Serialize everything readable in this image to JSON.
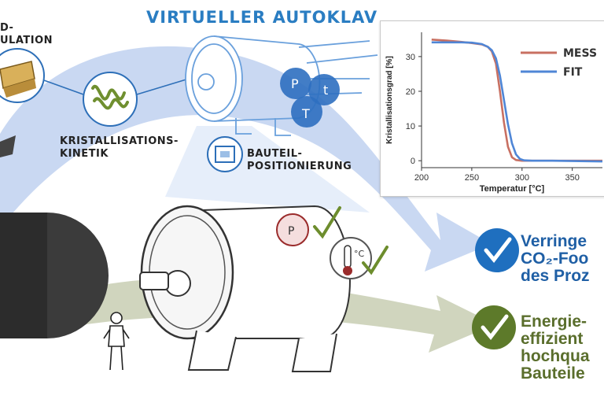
{
  "title": "VIRTUELLER AUTOKLAV",
  "labels": {
    "simulation_top": "D-",
    "simulation_bottom": "ULATION",
    "kinetik_line1": "KRISTALLISATIONS-",
    "kinetik_line2": "KINETIK",
    "positionierung_line1": "BAUTEIL-",
    "positionierung_line2": "POSITIONIERUNG"
  },
  "pressure_letters": [
    "P",
    "t",
    "T"
  ],
  "outcomes": [
    {
      "lines": [
        "Verringe",
        "CO₂-Foo",
        "des Proz"
      ],
      "color": "#1f5fa5"
    },
    {
      "lines": [
        "Energie-",
        "effizient",
        "hochqua",
        "Bauteile"
      ],
      "color": "#5a6e2c"
    }
  ],
  "gauge_symbol": "P",
  "thermo_symbol": "°C",
  "colors": {
    "title": "#2a7dc2",
    "arrow_blue": "#b9cdee",
    "arrow_green": "#c9cfb4",
    "check_blue": "#1f6fbf",
    "check_green": "#5d7a2a"
  },
  "chart_data": {
    "type": "line",
    "xlabel": "Temperatur [°C]",
    "ylabel": "Kristallisationsgrad [%]",
    "xlim": [
      200,
      380
    ],
    "ylim": [
      -2,
      37
    ],
    "xticks": [
      200,
      250,
      300,
      350
    ],
    "yticks": [
      0,
      10,
      20,
      30
    ],
    "series": [
      {
        "name": "MESS",
        "color": "#c87062",
        "x": [
          210,
          225,
          240,
          250,
          260,
          266,
          270,
          274,
          278,
          282,
          286,
          290,
          294,
          300,
          320,
          350,
          380
        ],
        "y": [
          34.9,
          34.6,
          34.2,
          33.9,
          33.5,
          32.8,
          31.5,
          28.0,
          20.0,
          11.0,
          4.0,
          1.0,
          0.2,
          0.0,
          0.0,
          0.0,
          0.0
        ]
      },
      {
        "name": "FIT",
        "color": "#4f86d6",
        "x": [
          210,
          225,
          240,
          250,
          260,
          266,
          270,
          274,
          278,
          282,
          286,
          290,
          294,
          298,
          302,
          310,
          330,
          380
        ],
        "y": [
          34.1,
          34.1,
          34.1,
          34.0,
          33.6,
          32.8,
          31.8,
          29.5,
          24.5,
          17.5,
          10.5,
          5.0,
          1.8,
          0.5,
          0.1,
          0.0,
          0.0,
          -0.2
        ]
      }
    ]
  }
}
